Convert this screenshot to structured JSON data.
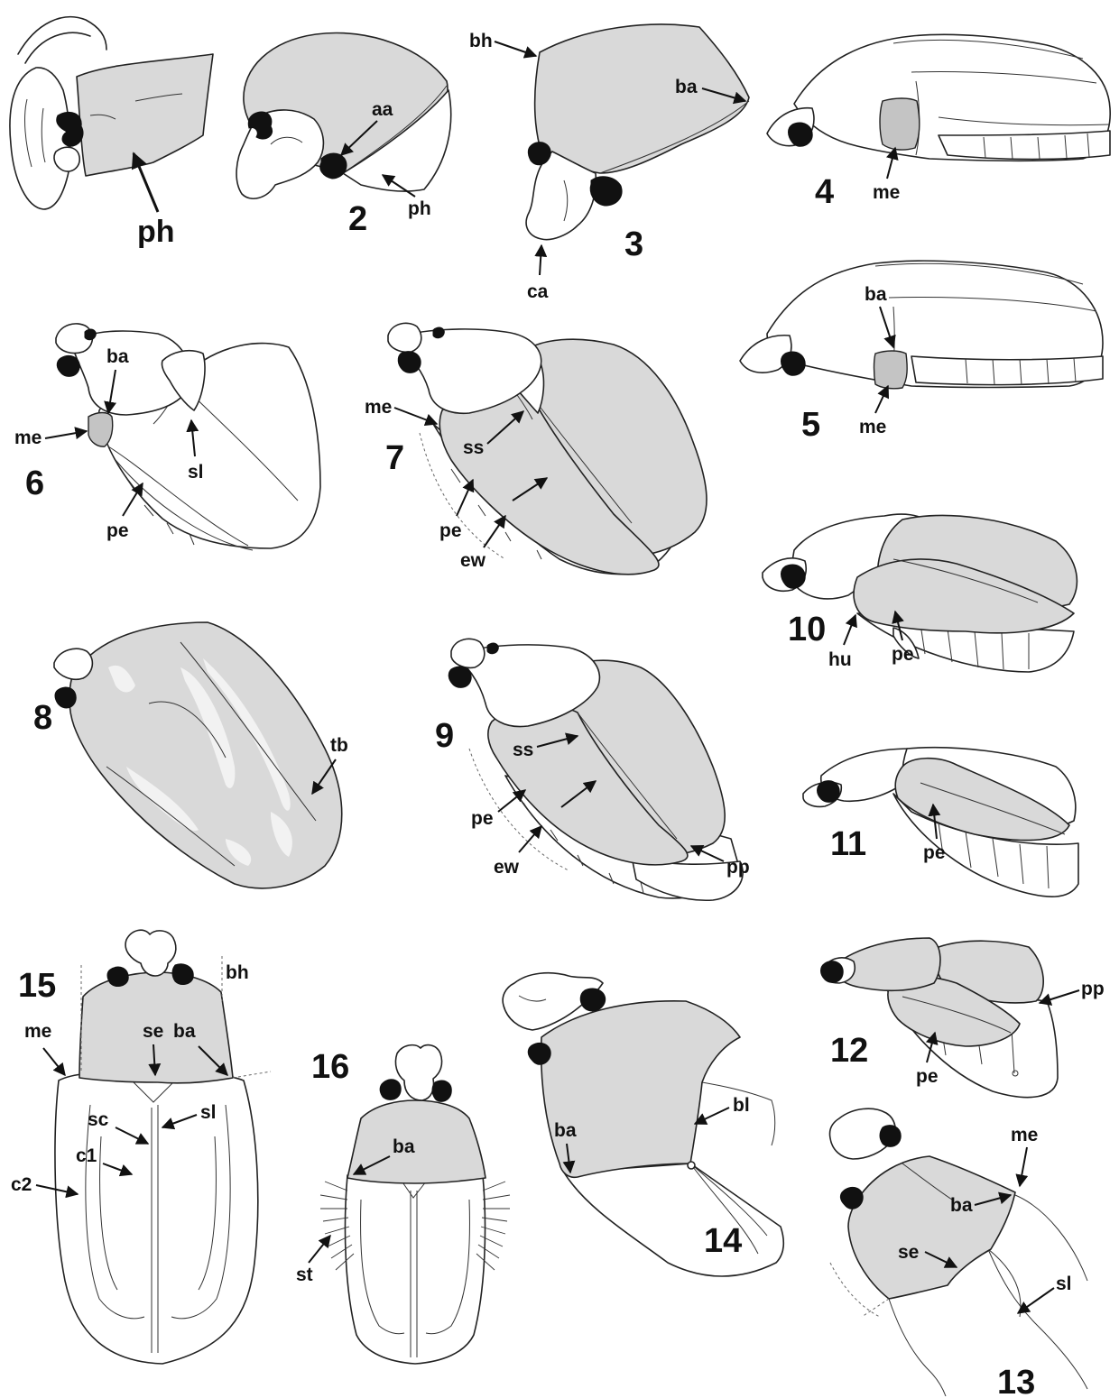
{
  "figure_numbers": {
    "f2": "2",
    "f3": "3",
    "f4": "4",
    "f5": "5",
    "f6": "6",
    "f7": "7",
    "f8": "8",
    "f9": "9",
    "f10": "10",
    "f11": "11",
    "f12": "12",
    "f13": "13",
    "f14": "14",
    "f15": "15",
    "f16": "16"
  },
  "labels": {
    "ph": "ph",
    "aa": "aa",
    "bh": "bh",
    "ba": "ba",
    "ca": "ca",
    "me": "me",
    "sl": "sl",
    "pe": "pe",
    "ss": "ss",
    "ew": "ew",
    "hu": "hu",
    "tb": "tb",
    "pp": "pp",
    "se": "se",
    "sc": "sc",
    "c1": "c1",
    "c2": "c2",
    "st": "st",
    "bl": "bl"
  },
  "colors": {
    "shaded_structure": "#d9d9d9",
    "outline": "#222222",
    "background": "#ffffff",
    "eye": "#111111"
  }
}
